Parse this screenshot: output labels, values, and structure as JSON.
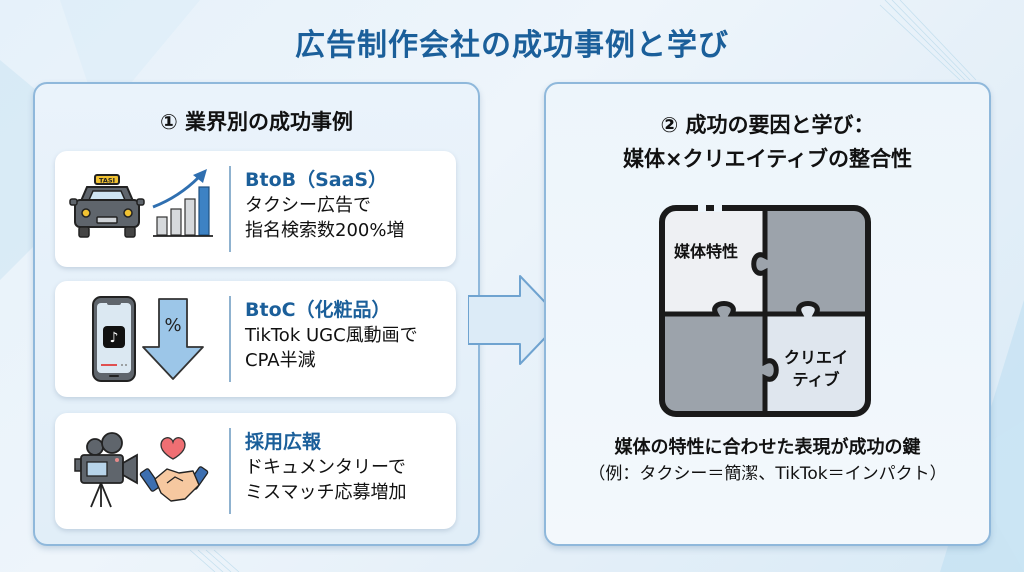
{
  "title": "広告制作会社の成功事例と学び",
  "left_panel": {
    "heading": "① 業界別の成功事例",
    "cases": [
      {
        "category": "BtoB（SaaS）",
        "desc_line1": "タクシー広告で",
        "desc_line2": "指名検索数200%増",
        "icons": [
          "taxi-icon",
          "growth-bar-chart-icon"
        ],
        "taxi_sign": "TASI"
      },
      {
        "category": "BtoC（化粧品）",
        "desc_line1": "TikTok UGC風動画で",
        "desc_line2": "CPA半減",
        "icons": [
          "smartphone-tiktok-icon",
          "percent-down-arrow-icon"
        ],
        "arrow_symbol": "%"
      },
      {
        "category": "採用広報",
        "desc_line1": "ドキュメンタリーで",
        "desc_line2": "ミスマッチ応募増加",
        "icons": [
          "video-camera-icon",
          "handshake-heart-icon"
        ]
      }
    ]
  },
  "right_panel": {
    "heading_line1": "② 成功の要因と学び：",
    "heading_line2": "媒体×クリエイティブの整合性",
    "puzzle_labels": {
      "media": "媒体特性",
      "creative_line1": "クリエイ",
      "creative_line2": "ティブ"
    },
    "summary_main": "媒体の特性に合わせた表現が成功の鍵",
    "summary_sub": "（例：タクシー＝簡潔、TikTok＝インパクト）"
  },
  "colors": {
    "title": "#1b5f9a",
    "category": "#1b5f9a",
    "panel_border": "#8fb8db",
    "arrow_fill": "#dcebf7",
    "arrow_stroke": "#6fa3d0",
    "bar_highlight": "#3d82c4",
    "puzzle_light": "#eef0f3",
    "puzzle_dark": "#9ca3ab",
    "puzzle_lightblue": "#dfe6ee"
  }
}
